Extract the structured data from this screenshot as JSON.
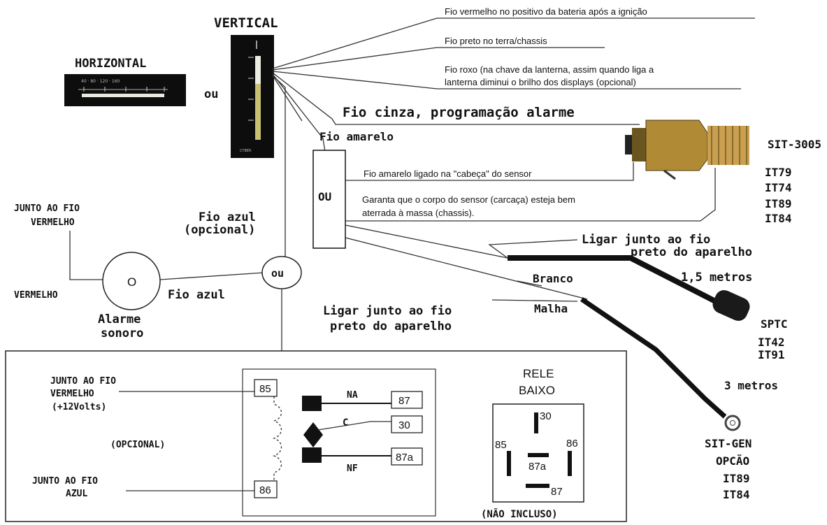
{
  "gauges": {
    "horizontal_title": "HORIZONTAL",
    "vertical_title": "VERTICAL",
    "or_between": "ou"
  },
  "wire_notes": {
    "red": "Fio vermelho no positivo da bateria após a ignição",
    "black": "Fio preto no terra/chassis",
    "purple_line1": "Fio roxo (na chave da lanterna, assim quando liga a",
    "purple_line2": "lanterna diminui o brilho dos displays (opcional)",
    "gray": "Fio cinza, programação alarme",
    "yellow": "Fio amarelo"
  },
  "sensor_block": {
    "or_label": "OU",
    "yellow_head": "Fio amarelo ligado na \"cabeça\" do sensor",
    "body_ground_line1": "Garanta que o corpo do sensor (carcaça) esteja bem",
    "body_ground_line2": "aterrada à massa (chassis)."
  },
  "sensor_models": {
    "primary": "SIT-3005",
    "alternatives": [
      "IT79",
      "IT74",
      "IT89",
      "IT84"
    ]
  },
  "sptc": {
    "connect_black_line1": "Ligar junto ao fio",
    "connect_black_line2": "preto do aparelho",
    "length": "1,5 metros",
    "white": "Branco",
    "name": "SPTC",
    "alternatives": [
      "IT42",
      "IT91"
    ]
  },
  "mesh": {
    "label": "Malha",
    "connect_line1": "Ligar junto ao fio",
    "connect_line2": "preto do aparelho",
    "length": "3 metros"
  },
  "sitgen": {
    "name": "SIT-GEN",
    "option": "OPCÃO",
    "alternatives": [
      "IT89",
      "IT84"
    ]
  },
  "alarm": {
    "junto_line1": "JUNTO AO FIO",
    "junto_line2": "VERMELHO",
    "red_label": "VERMELHO",
    "blue_wire": "Fio azul",
    "blue_opt_line1": "Fio azul",
    "blue_opt_line2": "(opcional)",
    "or_label": "ou",
    "symbol": "O",
    "name_line1": "Alarme",
    "name_line2": "sonoro"
  },
  "relay": {
    "in85_line1": "JUNTO AO FIO",
    "in85_line2": "VERMELHO",
    "in85_line3": "(+12Volts)",
    "optional": "(OPCIONAL)",
    "in86_line1": "JUNTO AO FIO",
    "in86_line2": "AZUL",
    "t85": "85",
    "t86": "86",
    "t87": "87",
    "t30": "30",
    "t87a": "87a",
    "na": "NA",
    "c": "C",
    "nf": "NF",
    "below_title1": "RELE",
    "below_title2": "BAIXO",
    "p30": "30",
    "p85": "85",
    "p86": "86",
    "p87a": "87a",
    "p87": "87",
    "not_included": "(NÃO INCLUSO)"
  }
}
